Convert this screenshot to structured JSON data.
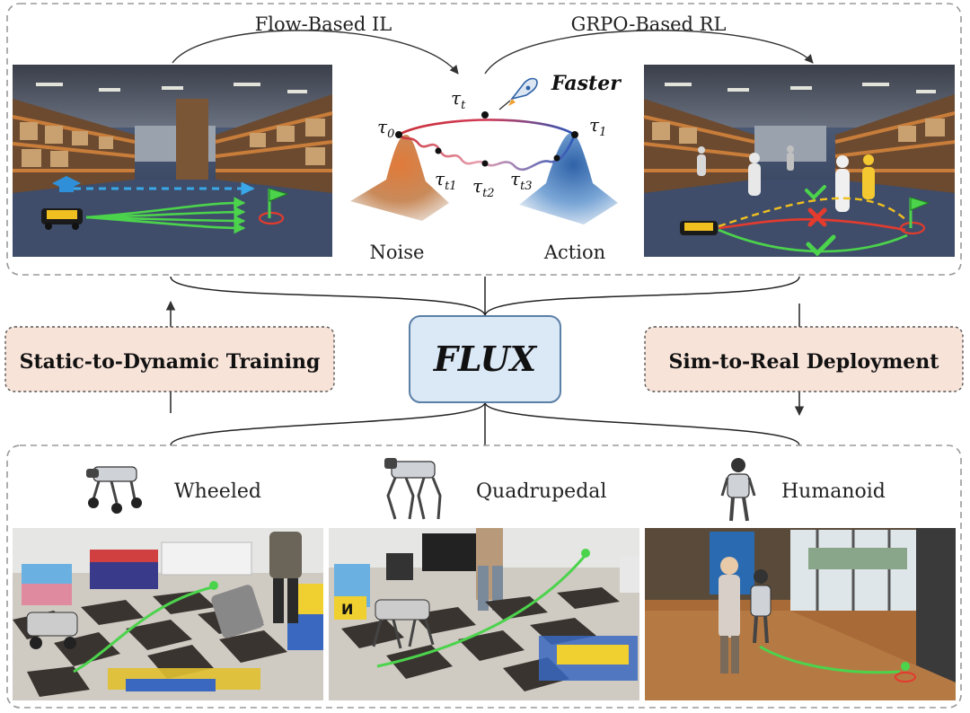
{
  "top_panel": {
    "left_label": "Flow-Based IL",
    "right_label": "GRPO-Based RL",
    "faster_label": "Faster",
    "noise_label": "Noise",
    "action_label": "Action",
    "tau": {
      "t0": "τ",
      "t0_sub": "0",
      "tt": "τ",
      "tt_sub": "t",
      "t1": "τ",
      "t1_sub": "1",
      "tt1": "τ",
      "tt1_sub": "t1",
      "tt2": "τ",
      "tt2_sub": "t2",
      "tt3": "τ",
      "tt3_sub": "t3"
    }
  },
  "middle": {
    "center_title": "FLUX",
    "left_box": "Static-to-Dynamic Training",
    "right_box": "Sim-to-Real Deployment"
  },
  "bottom_panel": {
    "robots": [
      "Wheeled",
      "Quadrupedal",
      "Humanoid"
    ]
  },
  "colors": {
    "dash_border": "#9a9a9a",
    "flux_fill": "#dbe8f6",
    "flux_stroke": "#5b7fa6",
    "side_box_fill": "#f8e3d9",
    "path_green": "#4cd34c",
    "path_red": "#e33b2e",
    "path_blue": "#2855a8",
    "noise_orange": "#d97a3c",
    "action_blue": "#4a86c8"
  }
}
